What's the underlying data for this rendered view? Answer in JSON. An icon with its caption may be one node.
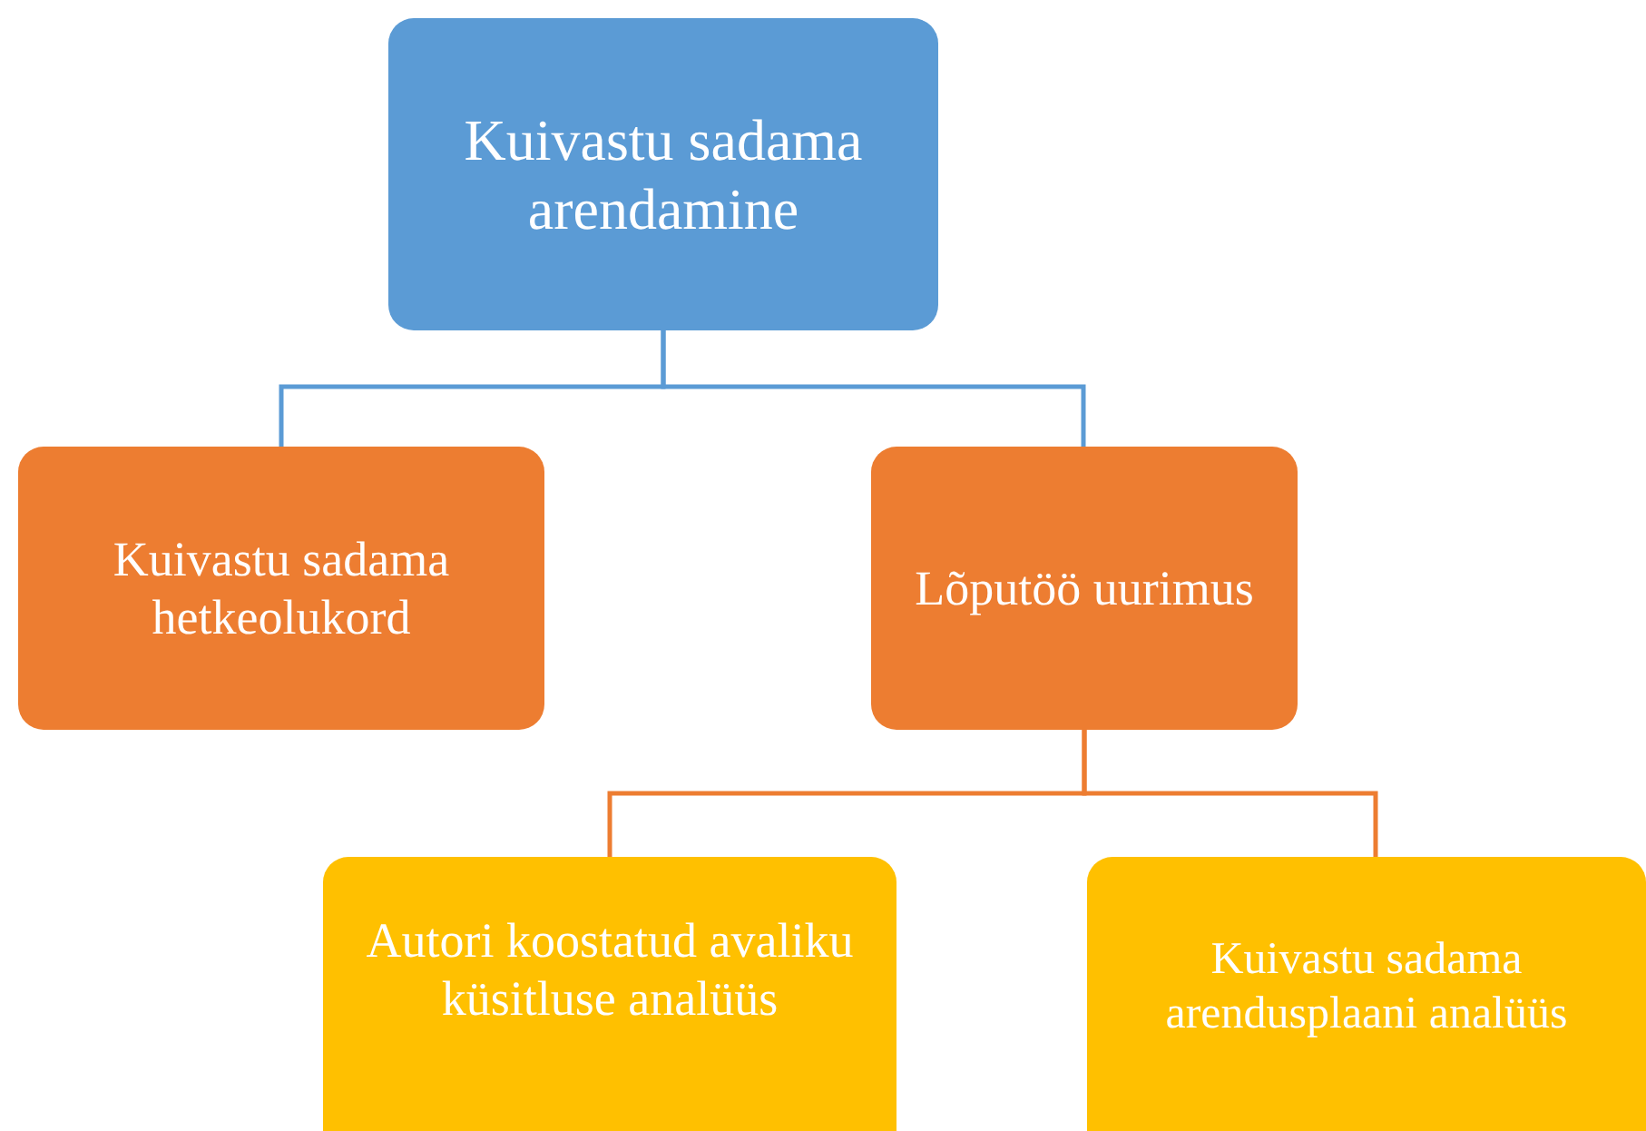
{
  "diagram": {
    "nodes": [
      {
        "text": [
          "Kuivastu sadama arendamine"
        ]
      },
      {
        "text": [
          "Kuivastu sadama hetkeolukord"
        ]
      },
      {
        "text": [
          "Lõputöö uurimus"
        ]
      },
      {
        "text": [
          "Autori koostatud avaliku küsitluse analüüs"
        ]
      },
      {
        "text": [
          "Kuivastu sadama arendusplaani analüüs"
        ]
      }
    ],
    "edges": [
      {
        "from": 0,
        "to": 1,
        "arrow": "none",
        "color": "#5b9bd5"
      },
      {
        "from": 0,
        "to": 2,
        "arrow": "none",
        "color": "#5b9bd5"
      },
      {
        "from": 2,
        "to": 3,
        "arrow": "none",
        "color": "#ed7d31"
      },
      {
        "from": 2,
        "to": 4,
        "arrow": "none",
        "color": "#ed7d31"
      }
    ]
  }
}
